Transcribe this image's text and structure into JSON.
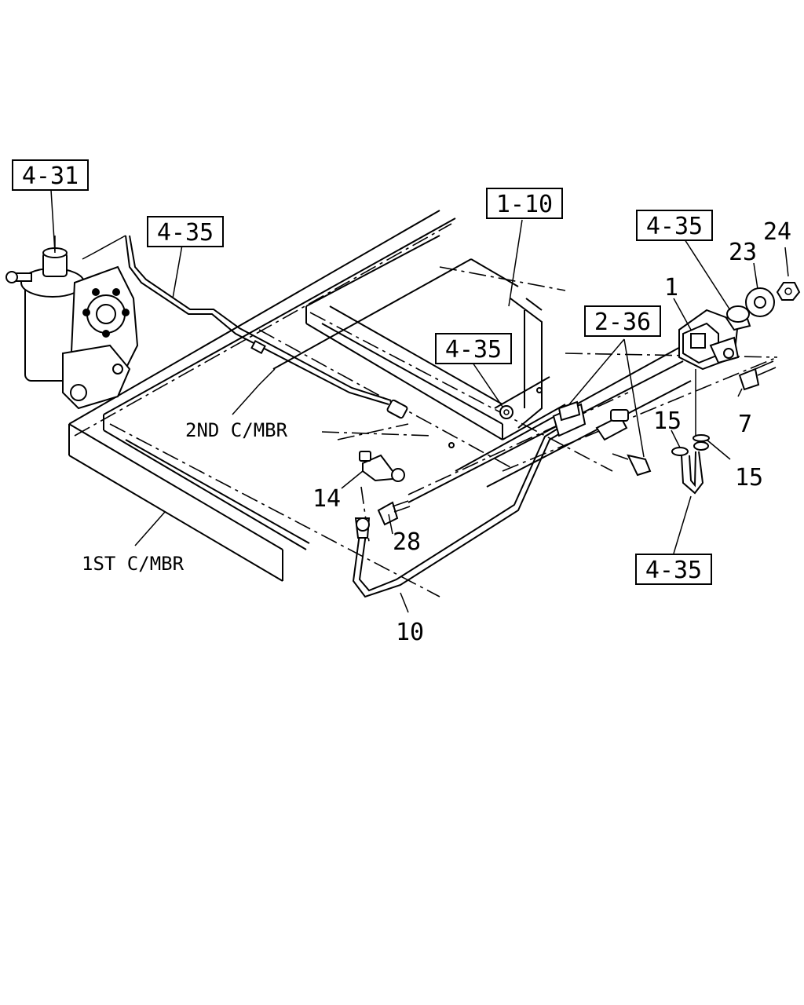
{
  "callouts": {
    "ref_4_31": "4-31",
    "ref_4_35_pipe": "4-35",
    "ref_1_10": "1-10",
    "ref_4_35_pump": "4-35",
    "ref_4_35_nut": "4-35",
    "ref_2_36": "2-36",
    "ref_4_35_hose": "4-35"
  },
  "part_numbers": {
    "p1": "1",
    "p7": "7",
    "p10": "10",
    "p14": "14",
    "p15a": "15",
    "p15b": "15",
    "p23": "23",
    "p24": "24",
    "p28": "28"
  },
  "notes": {
    "second_member": "2ND C/MBR",
    "first_member": "1ST C/MBR"
  }
}
